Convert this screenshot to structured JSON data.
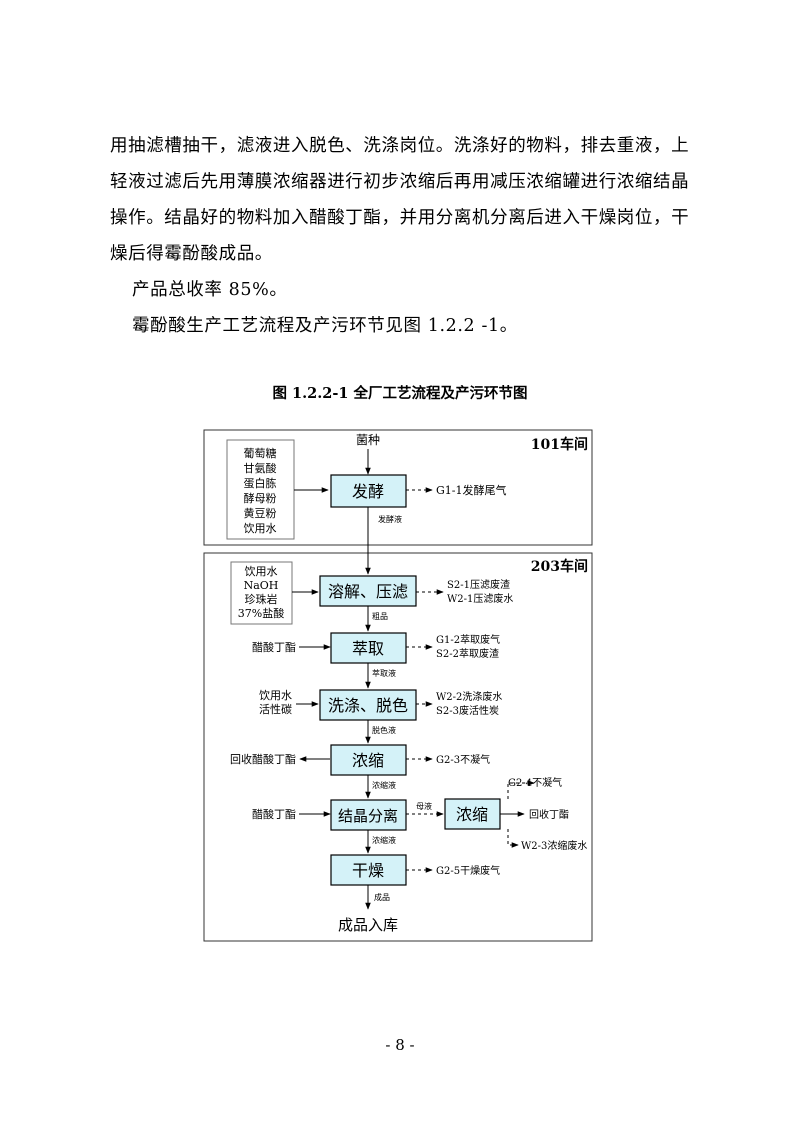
{
  "body_text": {
    "line1": "用抽滤槽抽干，滤液进入脱色、洗涤岗位。洗涤好的物料，排去重液，上",
    "line2": "轻液过滤后先用薄膜浓缩器进行初步浓缩后再用减压浓缩罐进行浓缩结晶",
    "line3": "操作。结晶好的物料加入醋酸丁酯，并用分离机分离后进入干燥岗位，干",
    "line4": "燥后得霉酚酸成品。",
    "line5": "产品总收率 85%。",
    "line6": "霉酚酸生产工艺流程及产污环节见图 1.2.2 -1。"
  },
  "figure": {
    "title": "图 1.2.2-1  全厂工艺流程及产污环节图",
    "workshop1": "101车间",
    "workshop2": "203车间",
    "seed": "菌种",
    "inputs_101": [
      "葡萄糖",
      "甘氨酸",
      "蛋白胨",
      "酵母粉",
      "黄豆粉",
      "饮用水"
    ],
    "inputs_203": [
      "饮用水",
      "NaOH",
      "珍珠岩",
      "37%盐酸"
    ],
    "steps": {
      "ferment": "发酵",
      "dissolve": "溶解、压滤",
      "extract": "萃取",
      "wash": "洗涤、脱色",
      "concentrate": "浓缩",
      "crystallize": "结晶分离",
      "concentrate2": "浓缩",
      "dry": "干燥"
    },
    "flow_labels": {
      "ferment_out": "发酵液",
      "crude": "粗品",
      "extract_liquid": "萃取液",
      "decolor_liquid": "脱色液",
      "conc_liquid": "浓缩液",
      "conc_liquid2": "浓缩液",
      "mother_liquor": "母液",
      "product": "成品"
    },
    "side_inputs": {
      "extract": "醋酸丁酯",
      "wash_a": "饮用水",
      "wash_b": "活性碳",
      "crystallize": "醋酸丁酯"
    },
    "recovered": {
      "concentrate": "回收醋酸丁酯",
      "concentrate2": "回收丁酯"
    },
    "emissions": {
      "ferment": "G1-1发酵尾气",
      "dissolve_a": "S2-1压滤废渣",
      "dissolve_b": "W2-1压滤废水",
      "extract_a": "G1-2萃取废气",
      "extract_b": "S2-2萃取废渣",
      "wash_a": "W2-2洗涤废水",
      "wash_b": "S2-3废活性炭",
      "concentrate": "G2-3不凝气",
      "concentrate2_a": "G2-4不凝气",
      "concentrate2_b": "W2-3浓缩废水",
      "dry": "G2-5干燥废气"
    },
    "final": "成品入库",
    "colors": {
      "process_fill": "#d4f2f8",
      "border": "#000000"
    }
  },
  "page_number": "- 8 -"
}
